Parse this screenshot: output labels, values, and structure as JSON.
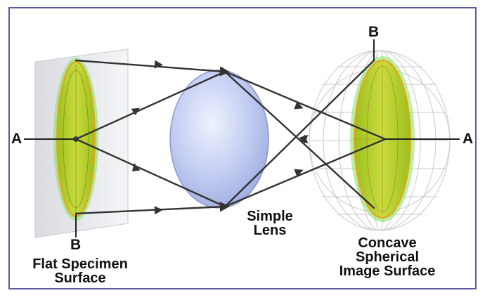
{
  "diagram": {
    "point_labels": {
      "specimen_top": "",
      "specimen_left": "A",
      "specimen_bottom": "B",
      "image_top": "B",
      "image_right": "A"
    },
    "captions": {
      "flat_specimen": [
        "Flat Specimen",
        "Surface"
      ],
      "lens": [
        "Simple",
        "Lens"
      ],
      "image_surface": [
        "Concave",
        "Spherical",
        "Image Surface"
      ]
    },
    "colors": {
      "frame": "#5a5a9e",
      "specimen_fill": "#b7d42a",
      "specimen_glow": "#5fe04a",
      "lens_fill": "#b9c6f0",
      "ray": "#333333",
      "text": "#111111"
    }
  }
}
